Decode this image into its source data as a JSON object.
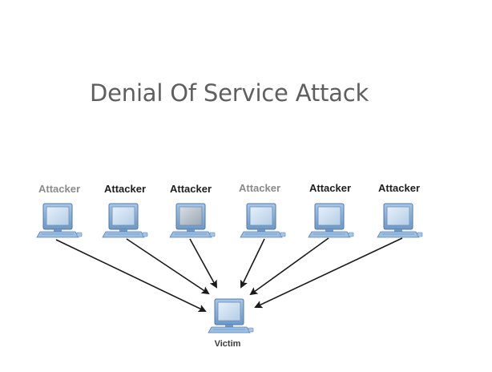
{
  "diagram": {
    "title": "Denial Of Service Attack",
    "attackers": [
      {
        "label": "Attacker",
        "style": "faded"
      },
      {
        "label": "Attacker",
        "style": "dark"
      },
      {
        "label": "Attacker",
        "style": "dark"
      },
      {
        "label": "Attacker",
        "style": "faded"
      },
      {
        "label": "Attacker",
        "style": "dark"
      },
      {
        "label": "Attacker",
        "style": "dark"
      }
    ],
    "victim": {
      "label": "Victim"
    },
    "colors": {
      "title": "#5f5f5f",
      "monitor": "#8fb3d9",
      "monitor_dark": "#4f79a8",
      "screen": "#c9dcef",
      "arrow": "#1a1a1a"
    }
  }
}
